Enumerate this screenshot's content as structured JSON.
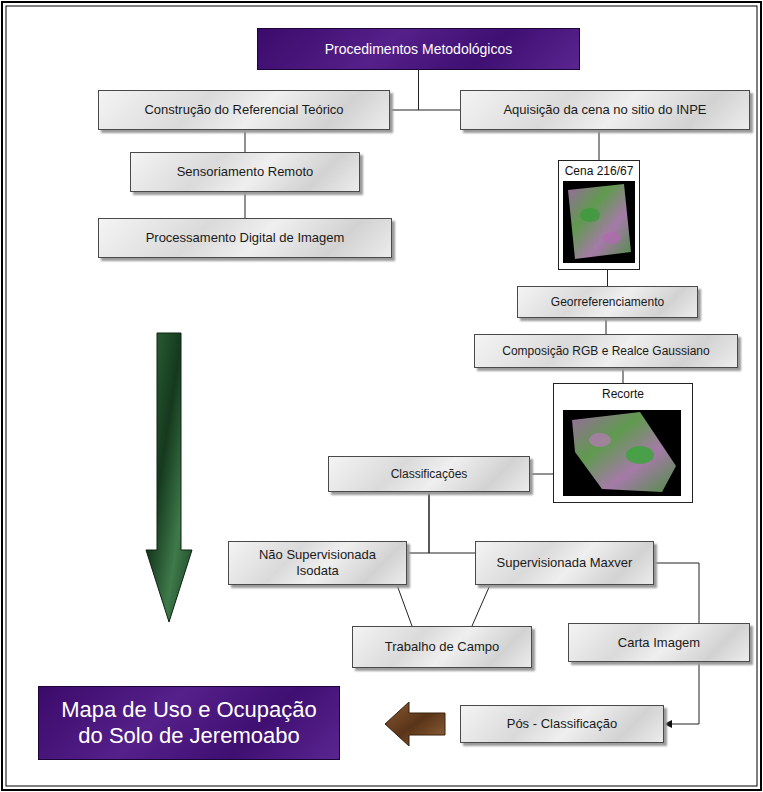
{
  "diagram": {
    "nodes": [
      {
        "text": [
          "Procedimentos Metodológicos"
        ]
      },
      {
        "text": [
          "Construção do Referencial Teórico"
        ]
      },
      {
        "text": [
          "Aquisição da cena no sitio do INPE"
        ]
      },
      {
        "text": [
          "Sensoriamento Remoto"
        ]
      },
      {
        "text": [
          "Processamento Digital de Imagem"
        ]
      },
      {
        "text": [
          "Cena 216/67"
        ]
      },
      {
        "text": [
          "Georreferenciamento"
        ]
      },
      {
        "text": [
          "Composição RGB e Realce Gaussiano"
        ]
      },
      {
        "text": [
          "Recorte"
        ]
      },
      {
        "text": [
          "Classificações"
        ]
      },
      {
        "text": [
          "Não Supervisionada Isodata"
        ]
      },
      {
        "text": [
          "Supervisionada Maxver"
        ]
      },
      {
        "text": [
          "Trabalho de Campo"
        ]
      },
      {
        "text": [
          "Carta Imagem"
        ]
      },
      {
        "text": [
          "Pós - Classificação"
        ]
      },
      {
        "text": [
          "Mapa de Uso e Ocupação do Solo de Jeremoabo"
        ]
      }
    ],
    "edges": [
      {
        "from": 0,
        "to": 1,
        "arrow": "none"
      },
      {
        "from": 0,
        "to": 2,
        "arrow": "none"
      },
      {
        "from": 1,
        "to": 3,
        "arrow": "none"
      },
      {
        "from": 3,
        "to": 4,
        "arrow": "none"
      },
      {
        "from": 2,
        "to": 5,
        "arrow": "none"
      },
      {
        "from": 5,
        "to": 6,
        "arrow": "none"
      },
      {
        "from": 6,
        "to": 7,
        "arrow": "none"
      },
      {
        "from": 7,
        "to": 8,
        "arrow": "none"
      },
      {
        "from": 8,
        "to": 9,
        "arrow": "none"
      },
      {
        "from": 9,
        "to": 10,
        "arrow": "none"
      },
      {
        "from": 9,
        "to": 11,
        "arrow": "none"
      },
      {
        "from": 10,
        "to": 12,
        "arrow": "none"
      },
      {
        "from": 11,
        "to": 12,
        "arrow": "none"
      },
      {
        "from": 11,
        "to": 13,
        "arrow": "none"
      },
      {
        "from": 13,
        "to": 14,
        "arrow": "to"
      },
      {
        "from": 14,
        "to": 15,
        "arrow": "to"
      }
    ]
  }
}
